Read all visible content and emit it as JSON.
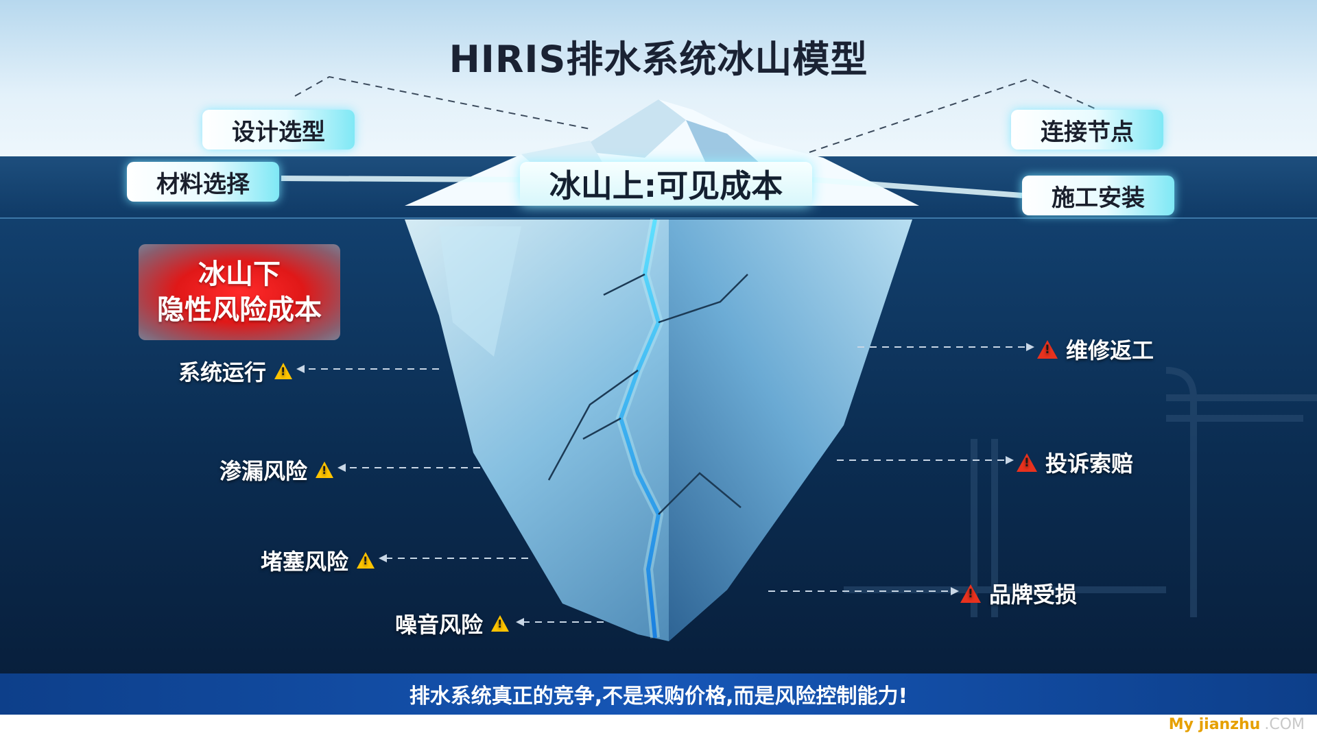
{
  "title": "HIRIS排水系统冰山模型",
  "above_water": {
    "center_label": "冰山上:可见成本",
    "items": [
      "设计选型",
      "材料选择",
      "连接节点",
      "施工安装"
    ]
  },
  "below_water": {
    "label_line1": "冰山下",
    "label_line2": "隐性风险成本",
    "left_risks": [
      "系统运行",
      "渗漏风险",
      "堵塞风险",
      "噪音风险"
    ],
    "right_risks": [
      "维修返工",
      "投诉索赔",
      "品牌受损"
    ]
  },
  "slogan": "排水系统真正的竞争,不是采购价格,而是风险控制能力!",
  "watermark": {
    "brand": "My jianzhu",
    "domain": ".COM"
  },
  "colors": {
    "sky_top": "#cfe6f5",
    "ocean_deep": "#0a2a4e",
    "pill_glow": "#7fe8f5",
    "alert_red": "#e01818",
    "warning_yellow": "#ffc400",
    "banner_blue": "#1656b6"
  },
  "icons": {
    "left_warning": "warning-yellow-icon",
    "right_warning": "warning-red-icon"
  }
}
